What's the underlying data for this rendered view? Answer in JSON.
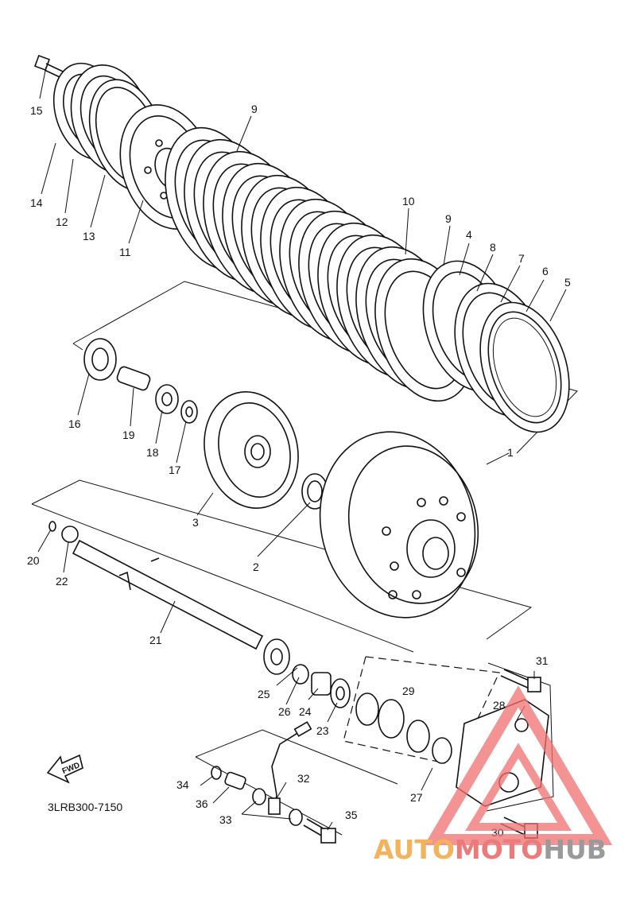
{
  "diagram": {
    "code": "3LRB300-7150",
    "fwd_label": "FWD",
    "callouts": [
      "1",
      "2",
      "3",
      "4",
      "5",
      "6",
      "7",
      "8",
      "9",
      "9",
      "10",
      "11",
      "12",
      "13",
      "14",
      "15",
      "16",
      "17",
      "18",
      "19",
      "20",
      "21",
      "22",
      "23",
      "24",
      "25",
      "26",
      "27",
      "28",
      "29",
      "30",
      "31",
      "32",
      "33",
      "34",
      "35",
      "36"
    ]
  },
  "watermark": {
    "part1": "AUTO",
    "part2": "MOTO",
    "part3": "HUB",
    "colors": {
      "auto": "#f2b35c",
      "moto": "#ec7a7a",
      "hub": "#9a9a9a",
      "triangle": "#f07070"
    }
  }
}
